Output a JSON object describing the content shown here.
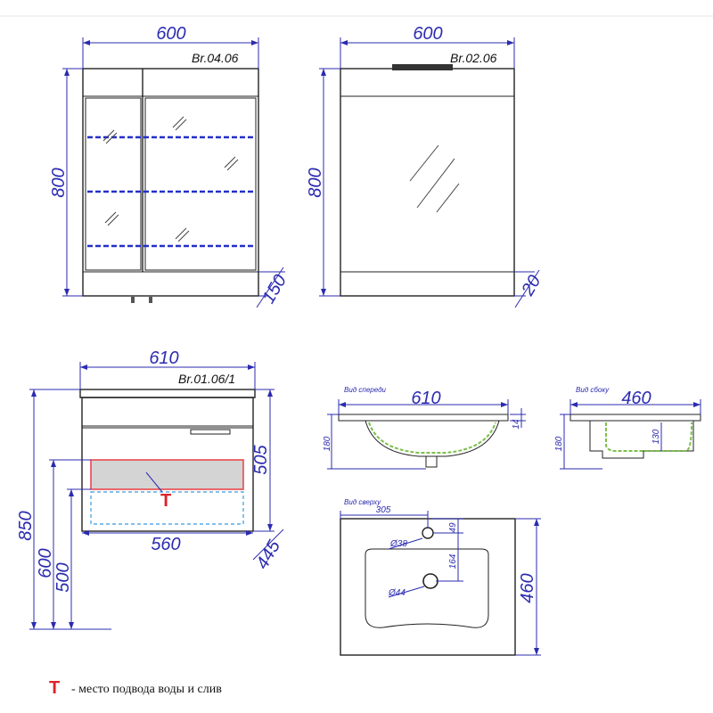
{
  "cabinet_mirror": {
    "code": "Br.04.06",
    "width": "600",
    "height": "800",
    "bottom_gap": "150"
  },
  "mirror": {
    "code": "Br.02.06",
    "width": "600",
    "height": "800",
    "bottom_gap": "20"
  },
  "vanity": {
    "code": "Br.01.06/1",
    "width": "610",
    "inner_width": "560",
    "height": "505",
    "depth": "445",
    "total_height": "850",
    "level_600": "600",
    "level_500": "500",
    "marker": "T"
  },
  "basin_front": {
    "caption": "Вид спереди",
    "width": "610",
    "height": "180",
    "top_thickness": "14"
  },
  "basin_side": {
    "caption": "Вид сбоку",
    "width": "460",
    "height": "180",
    "inner_depth": "130"
  },
  "basin_top": {
    "caption": "Вид сверху",
    "offset": "305",
    "tap_diameter": "Ø38",
    "drain_diameter": "Ø44",
    "edge_to_tap": "49",
    "tap_to_drain": "164",
    "depth": "460"
  },
  "legend": {
    "marker": "T",
    "text": "- место подвода воды и слив"
  },
  "colors": {
    "dimension": "#2b2bb0",
    "shelf": "#2430c8",
    "marker": "#e0222a",
    "basin_contour": "#7cc04a",
    "plumbing_zone_fill": "#d4d4d4",
    "plumbing_zone_border": "#e8484c",
    "alt_zone_border": "#3b9be0"
  }
}
